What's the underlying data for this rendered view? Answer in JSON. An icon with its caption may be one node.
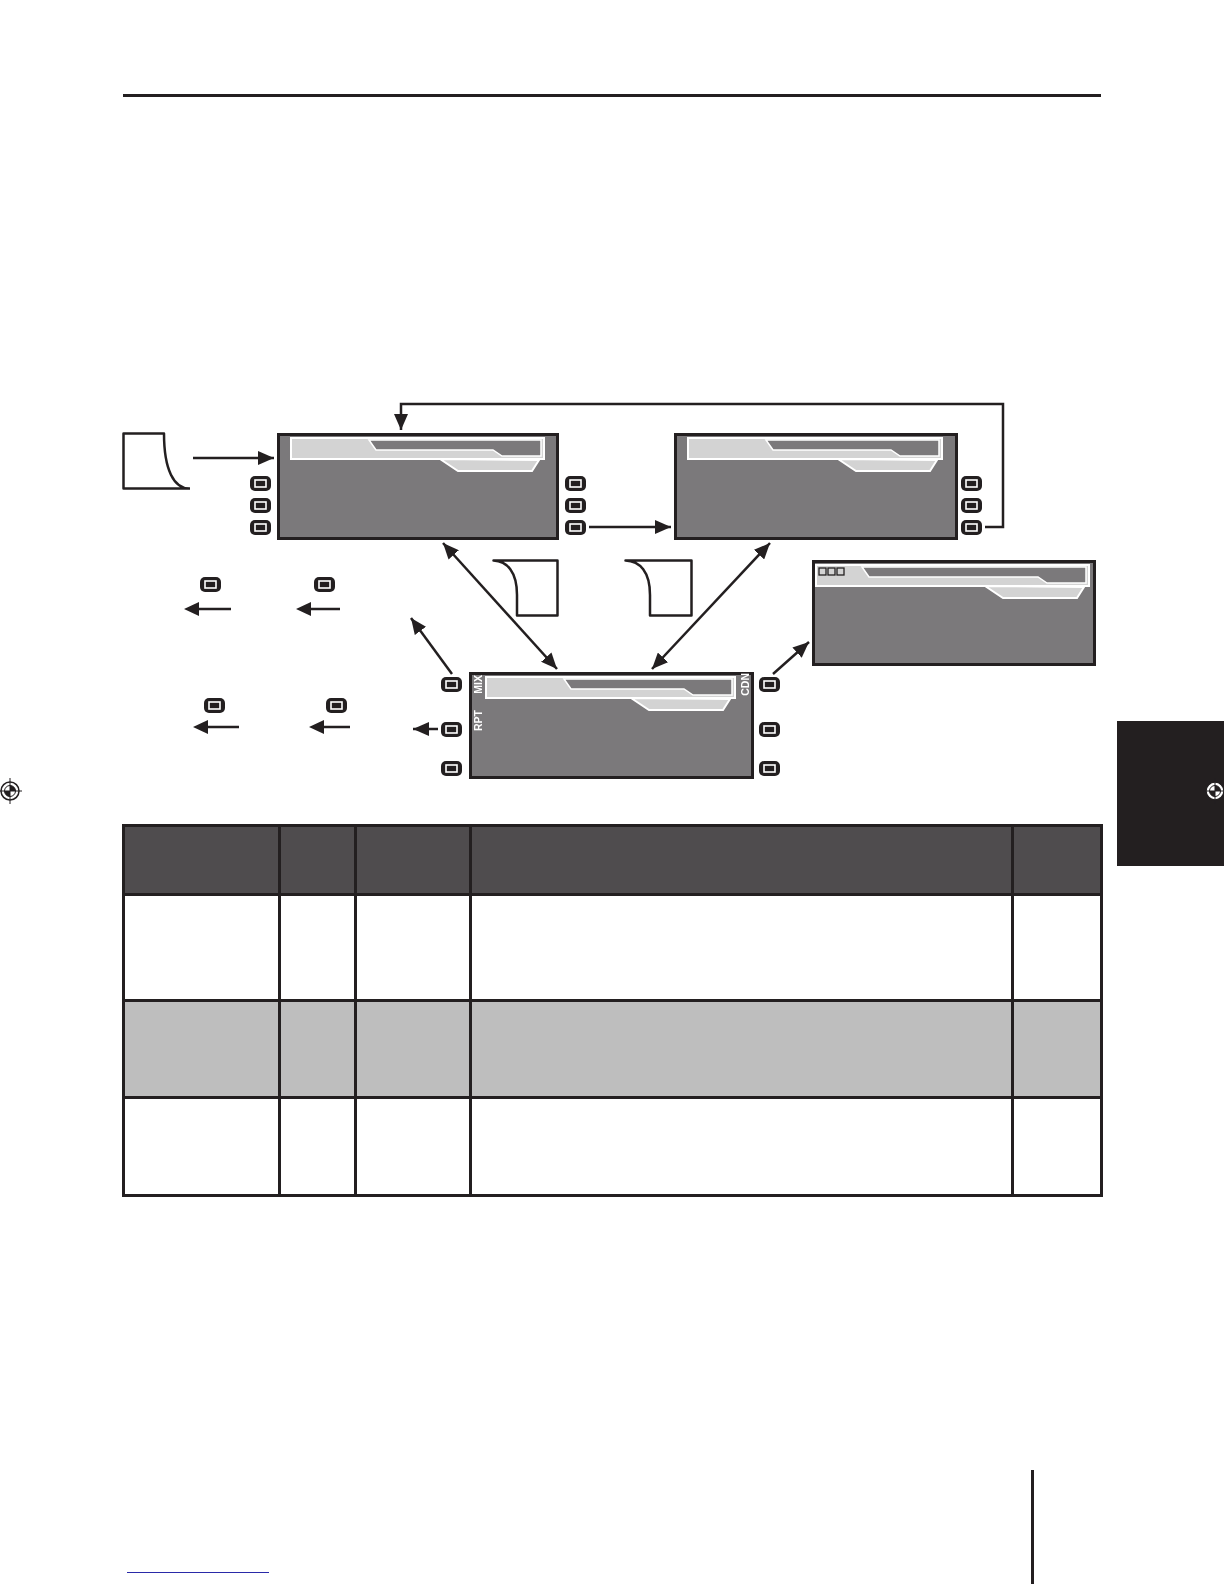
{
  "diagram": {
    "nodes": [
      {
        "text": [],
        "shape": "tab"
      },
      {
        "text": [],
        "shape": "box"
      },
      {
        "text": [],
        "shape": "box"
      },
      {
        "text": [],
        "shape": "tab"
      },
      {
        "text": [],
        "shape": "tab"
      },
      {
        "text": [],
        "shape": "box"
      },
      {
        "text": [
          "MIX",
          "CDN",
          "RPT"
        ]
      },
      {
        "text": [],
        "shape": "button"
      },
      {
        "text": [],
        "shape": "button"
      },
      {
        "text": [],
        "shape": "button"
      },
      {
        "text": [],
        "shape": "button"
      },
      {
        "text": [],
        "shape": "button"
      },
      {
        "text": [],
        "shape": "button"
      },
      {
        "text": [],
        "shape": "button"
      },
      {
        "text": [],
        "shape": "button"
      },
      {
        "text": [],
        "shape": "button"
      },
      {
        "text": [],
        "shape": "button"
      },
      {
        "text": [],
        "shape": "button"
      },
      {
        "text": [],
        "shape": "button"
      },
      {
        "text": [],
        "shape": "button"
      },
      {
        "text": [],
        "shape": "button"
      },
      {
        "text": [],
        "shape": "button"
      },
      {
        "text": [],
        "shape": "button"
      },
      {
        "text": [],
        "shape": "button"
      },
      {
        "text": [],
        "shape": "button"
      },
      {
        "text": [],
        "shape": "button"
      }
    ],
    "edges": [
      {
        "from": 0,
        "to": 1,
        "arrow": "to"
      },
      {
        "from": 12,
        "to": 2,
        "arrow": "to"
      },
      {
        "from": 15,
        "to": 1,
        "arrow": "to"
      },
      {
        "from": 1,
        "to": 6,
        "arrow": "both"
      },
      {
        "from": 2,
        "to": 6,
        "arrow": "both"
      },
      {
        "from": 16,
        "to": null,
        "arrow": "to"
      },
      {
        "from": 17,
        "to": null,
        "arrow": "to"
      },
      {
        "from": 19,
        "to": 5,
        "arrow": "to"
      }
    ]
  }
}
